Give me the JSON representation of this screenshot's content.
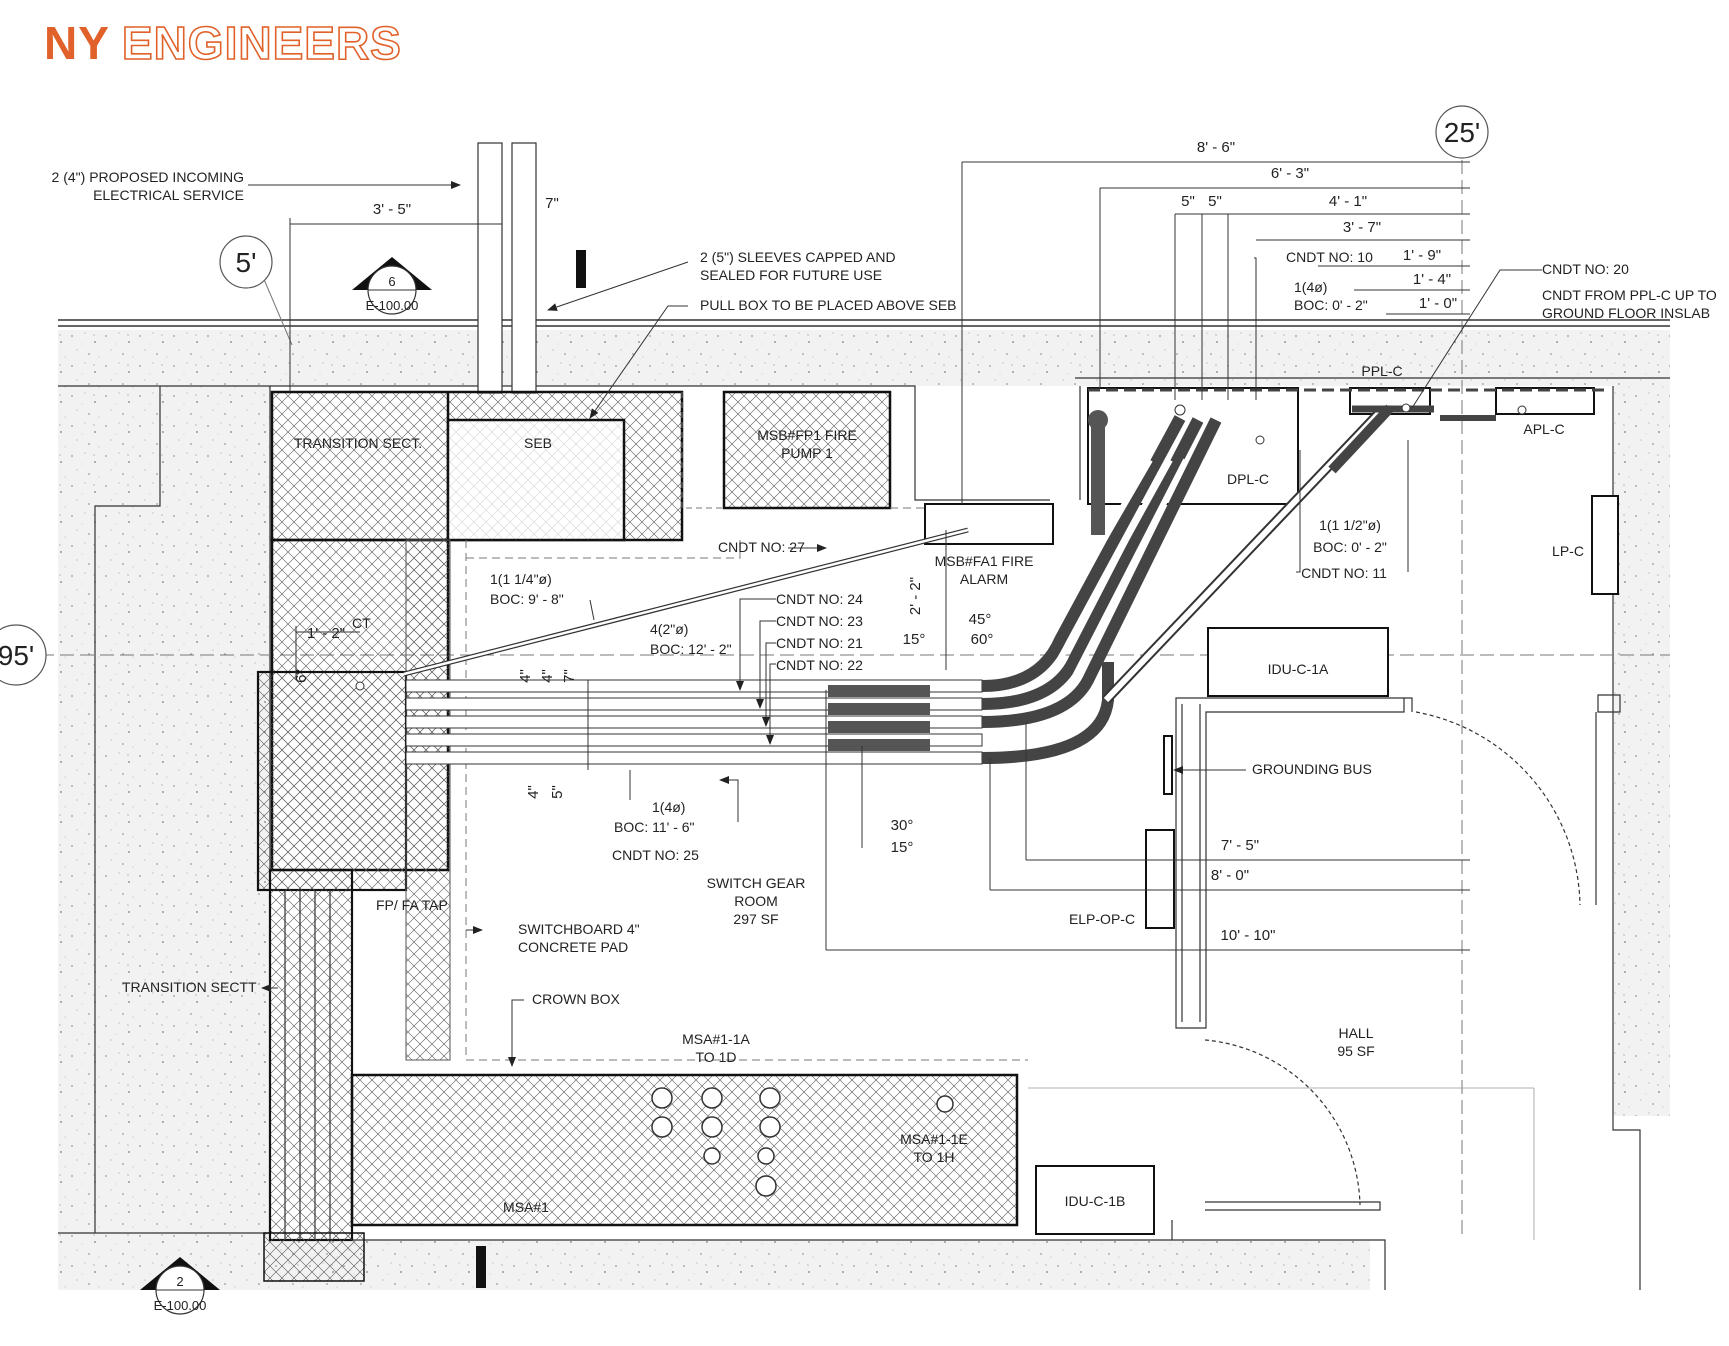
{
  "logo": {
    "ny": "NY",
    "engineers": "ENGINEERS"
  },
  "grid_bubbles": {
    "b5": "5'",
    "b25": "25'",
    "b95": "95'"
  },
  "section_markers": [
    {
      "number": "6",
      "sheet": "E-100.00"
    },
    {
      "number": "2",
      "sheet": "E-100.00"
    }
  ],
  "dimensions": {
    "d_8_6": "8' - 6\"",
    "d_6_3": "6' - 3\"",
    "d_5a": "5\"",
    "d_5b": "5\"",
    "d_4_1": "4' - 1\"",
    "d_3_7": "3' - 7\"",
    "d_1_9": "1' - 9\"",
    "d_1_4": "1' - 4\"",
    "d_1_0": "1' - 0\"",
    "d_3_5": "3' - 5\"",
    "d_7in": "7\"",
    "d_1_2": "1' - 2\"",
    "d_6in": "6\"",
    "d_2_2": "2' - 2\"",
    "d_4in_a": "4\"",
    "d_4in_b": "4\"",
    "d_7in_b": "7\"",
    "d_4in_c": "4\"",
    "d_5in": "5\"",
    "d_7_5": "7' - 5\"",
    "d_8_0": "8' - 0\"",
    "d_10_10": "10' - 10\"",
    "ang_45": "45°",
    "ang_60": "60°",
    "ang_15a": "15°",
    "ang_30": "30°",
    "ang_15b": "15°"
  },
  "notes": {
    "incoming_1": "2 (4\") PROPOSED INCOMING",
    "incoming_2": "ELECTRICAL SERVICE",
    "sleeves_1": "2 (5\") SLEEVES CAPPED AND",
    "sleeves_2": "SEALED FOR FUTURE USE",
    "pullbox": "PULL BOX TO BE PLACED ABOVE SEB",
    "cndt10": "CNDT NO: 10",
    "c10_size": "1(4ø)",
    "c10_boc": "BOC: 0' - 2\"",
    "cndt20": "CNDT NO: 20",
    "pplc_note_1": "CNDT FROM PPL-C UP TO",
    "pplc_note_2": "GROUND FLOOR INSLAB",
    "cndt27": "CNDT NO: 27",
    "c27_size": "1(1 1/4\"ø)",
    "c27_boc": "BOC: 9' - 8\"",
    "c4_size": "4(2\"ø)",
    "c4_boc": "BOC: 12' - 2\"",
    "cndt24": "CNDT NO: 24",
    "cndt23": "CNDT NO: 23",
    "cndt21": "CNDT NO: 21",
    "cndt22": "CNDT NO: 22",
    "c11_size": "1(1 1/2\"ø)",
    "c11_boc": "BOC: 0' - 2\"",
    "cndt11": "CNDT NO: 11",
    "c25_size": "1(4ø)",
    "c25_boc": "BOC: 11' - 6\"",
    "cndt25": "CNDT NO: 25",
    "ct": "CT",
    "fpfa": "FP/ FA TAP",
    "pad_1": "SWITCHBOARD 4\"",
    "pad_2": "CONCRETE PAD",
    "transition_sectt": "TRANSITION SECTT",
    "crown_box": "CROWN BOX",
    "grounding_bus": "GROUNDING BUS"
  },
  "equipment": {
    "transition_sect": "TRANSITION SECT.",
    "seb": "SEB",
    "msb_fp1_1": "MSB#FP1 FIRE",
    "msb_fp1_2": "PUMP 1",
    "msb_fa1_1": "MSB#FA1 FIRE",
    "msb_fa1_2": "ALARM",
    "dpl_c": "DPL-C",
    "ppl_c": "PPL-C",
    "apl_c": "APL-C",
    "lp_c": "LP-C",
    "idu_c_1a": "IDU-C-1A",
    "elp_op_c": "ELP-OP-C",
    "idu_c_1b": "IDU-C-1B",
    "msa1": "MSA#1",
    "msa1_1a_1": "MSA#1-1A",
    "msa1_1a_2": "TO 1D",
    "msa1_1e_1": "MSA#1-1E",
    "msa1_1e_2": "TO 1H"
  },
  "rooms": {
    "switch_1": "SWITCH GEAR",
    "switch_2": "ROOM",
    "switch_3": "297 SF",
    "hall_1": "HALL",
    "hall_2": "95 SF"
  }
}
